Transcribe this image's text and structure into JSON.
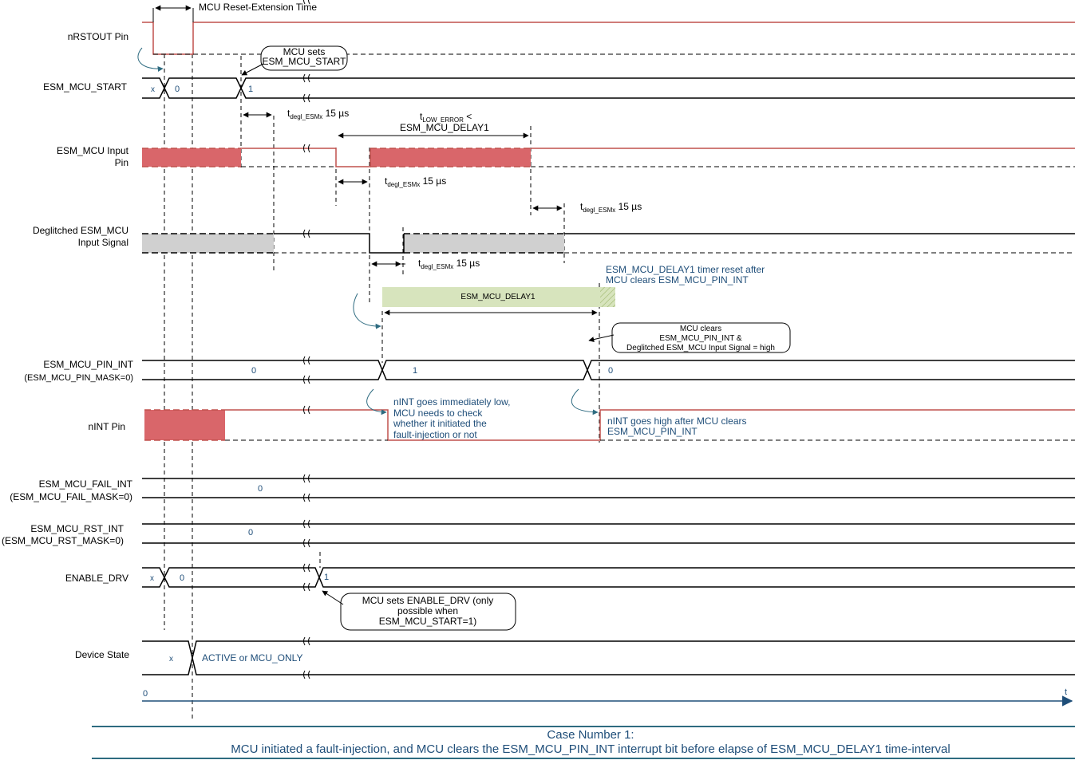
{
  "signals": {
    "nrstout": "nRSTOUT Pin",
    "esm_mcu_start": "ESM_MCU_START",
    "esm_mcu_input_1": "ESM_MCU Input",
    "esm_mcu_input_2": "Pin",
    "deglitched_1": "Deglitched ESM_MCU",
    "deglitched_2": "Input Signal",
    "pin_int": "ESM_MCU_PIN_INT",
    "pin_int_mask": "(ESM_MCU_PIN_MASK=0)",
    "nint": "nINT Pin",
    "fail_int": "ESM_MCU_FAIL_INT",
    "fail_int_mask": "(ESM_MCU_FAIL_MASK=0)",
    "rst_int": "ESM_MCU_RST_INT",
    "rst_int_mask": "(ESM_MCU_RST_MASK=0)",
    "enable_drv": "ENABLE_DRV",
    "device_state": "Device State"
  },
  "values": {
    "x": "x",
    "zero": "0",
    "one": "1",
    "active": "ACTIVE or MCU_ONLY",
    "t": "t"
  },
  "timing": {
    "reset_ext": "MCU Reset-Extension Time",
    "t": "t",
    "degl_sub": "degl_ESMx",
    "degl_val": " 15 µs",
    "low_error_sub": "LOW_ERROR",
    "low_error_lt": " <",
    "low_error_2": "ESM_MCU_DELAY1",
    "delay1_bar": "ESM_MCU_DELAY1"
  },
  "callouts": {
    "mcu_sets_1": "MCU sets",
    "mcu_sets_2": "ESM_MCU_START",
    "timer_reset_1": "ESM_MCU_DELAY1 timer reset after",
    "timer_reset_2": "MCU clears ESM_MCU_PIN_INT",
    "mcu_clears_1": "MCU clears",
    "mcu_clears_2": "ESM_MCU_PIN_INT  &",
    "mcu_clears_3": "Deglitched ESM_MCU Input Signal = high",
    "nint_low_1": "nINT goes immediately low,",
    "nint_low_2": "MCU needs to check",
    "nint_low_3": "whether it initiated  the",
    "nint_low_4": "fault-injection or not",
    "nint_high_1": "nINT goes high after MCU clears",
    "nint_high_2": "ESM_MCU_PIN_INT",
    "enable_1": "MCU sets ENABLE_DRV (only",
    "enable_2": "possible when",
    "enable_3": "ESM_MCU_START=1)"
  },
  "caption": {
    "line1": "Case Number 1:",
    "line2": "MCU initiated a fault-injection, and MCU clears the ESM_MCU_PIN_INT interrupt bit before elapse of ESM_MCU_DELAY1 time-interval"
  },
  "colors": {
    "red": "#c0504d",
    "red_fill": "#d9666a",
    "gray_fill": "#d0d0d0",
    "green_fill": "#d7e4bd",
    "blue_text": "#1f4e79",
    "teal": "#2e6b80"
  }
}
